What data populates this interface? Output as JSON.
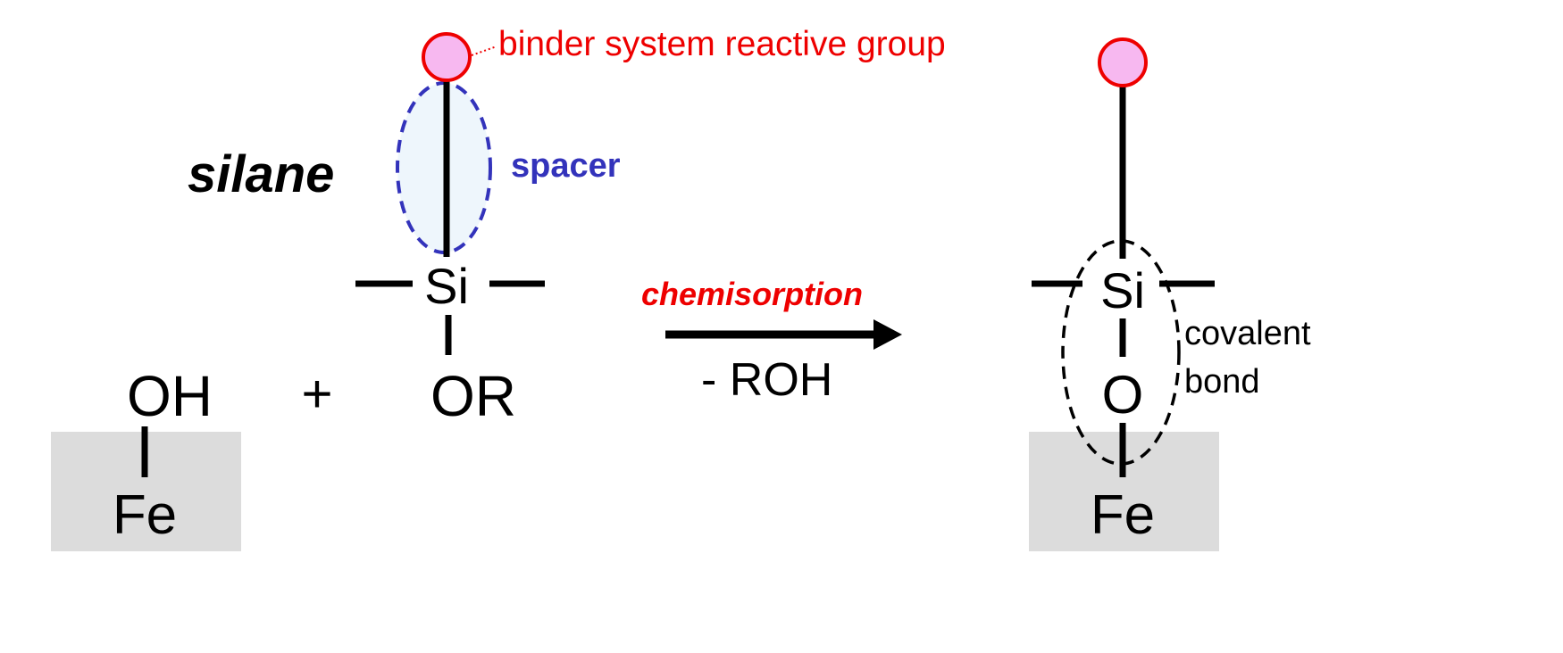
{
  "labels": {
    "silane": "silane",
    "spacer": "spacer",
    "reactive_group": "binder system reactive group",
    "reaction": "chemisorption",
    "byproduct": "- ROH",
    "plus": "+",
    "covalent_line1": "covalent",
    "covalent_line2": "bond"
  },
  "atoms": {
    "left_fe": "Fe",
    "left_oh": "OH",
    "left_si": "Si",
    "left_or": "OR",
    "right_si": "Si",
    "right_o": "O",
    "right_fe": "Fe"
  },
  "colors": {
    "red": "#ee0000",
    "blue": "#3333bb",
    "substrate": "#dcdcdc",
    "group_fill": "#f7b8f0",
    "spacer_fill": "#eef6fc"
  }
}
